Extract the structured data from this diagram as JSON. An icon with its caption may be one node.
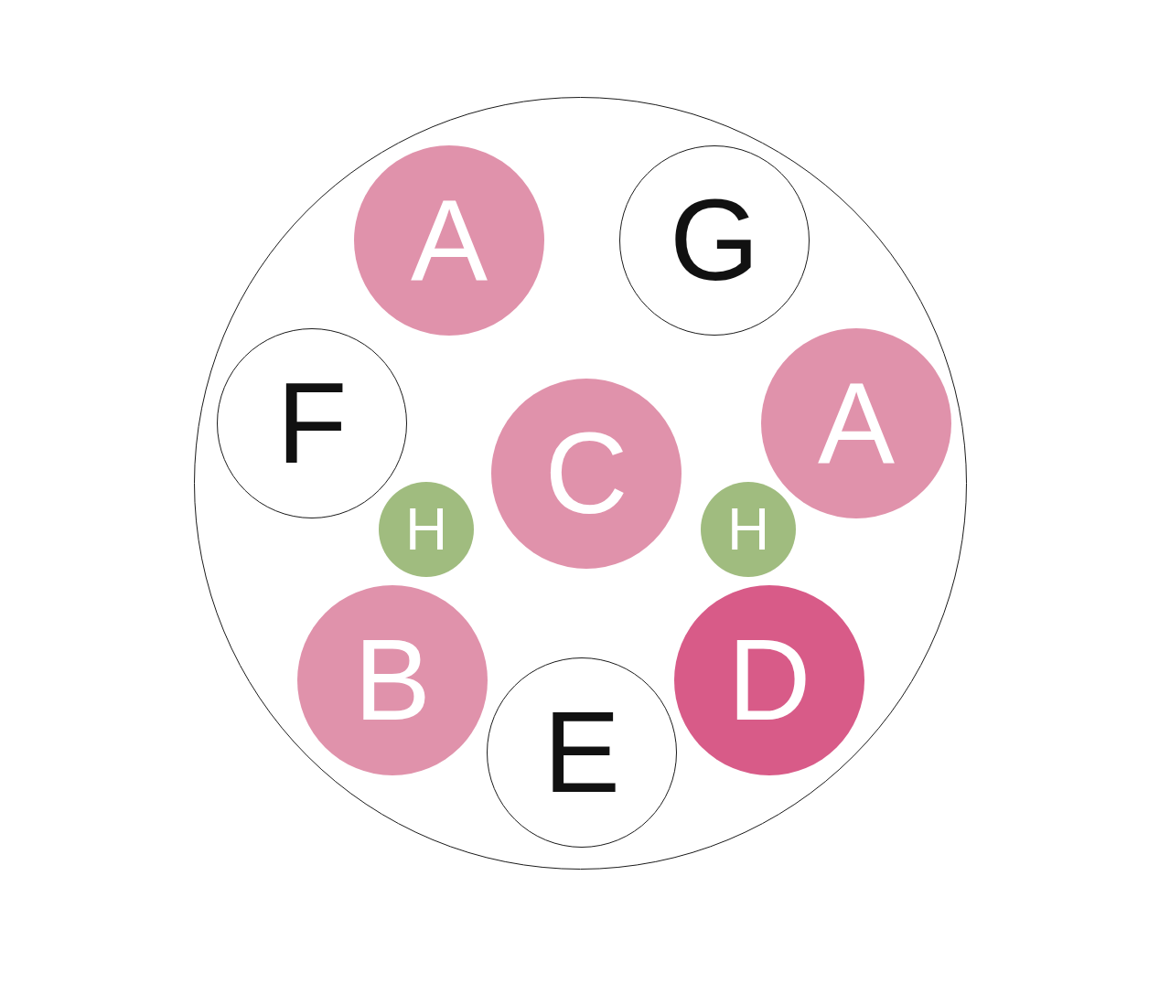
{
  "diagram": {
    "nodes": [
      {
        "text": [],
        "shape": "circle"
      },
      {
        "text": [
          "A"
        ],
        "in": 0
      },
      {
        "text": [
          "G"
        ],
        "in": 0
      },
      {
        "text": [
          "F"
        ],
        "in": 0
      },
      {
        "text": [
          "C"
        ],
        "in": 0
      },
      {
        "text": [
          "A"
        ],
        "in": 0
      },
      {
        "text": [
          "H"
        ],
        "in": 0
      },
      {
        "text": [
          "H"
        ],
        "in": 0
      },
      {
        "text": [
          "B"
        ],
        "in": 0
      },
      {
        "text": [
          "D"
        ],
        "in": 0
      },
      {
        "text": [
          "E"
        ],
        "in": 0
      }
    ]
  }
}
